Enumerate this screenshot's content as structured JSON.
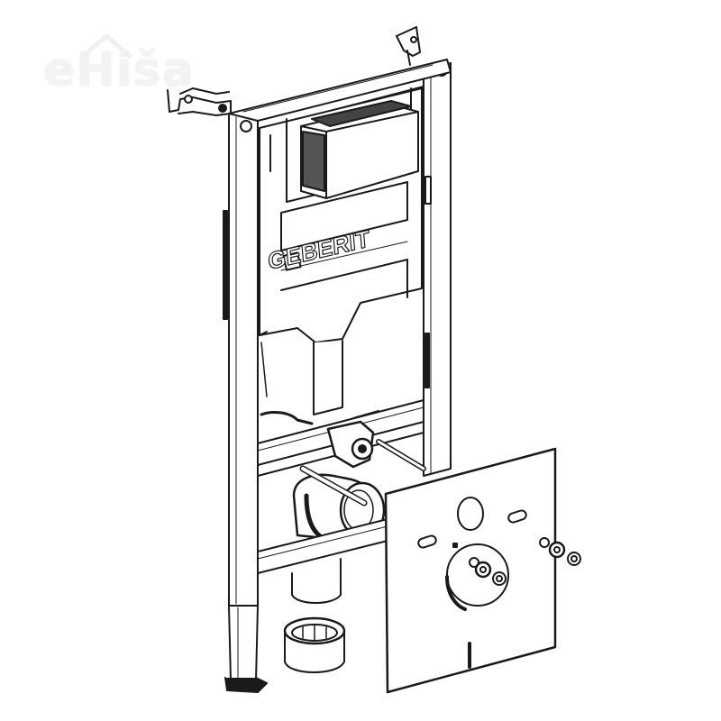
{
  "watermark": {
    "text": "eHiša",
    "color": "#f2f2f2"
  },
  "product": {
    "brand_label": "GEBERIT",
    "description": "Wall-hung WC installation frame with concealed cistern, flush pipe, drain bend, sound insulation pad and fixing bolts",
    "line_color": "#1a1a1a",
    "background": "#ffffff"
  }
}
